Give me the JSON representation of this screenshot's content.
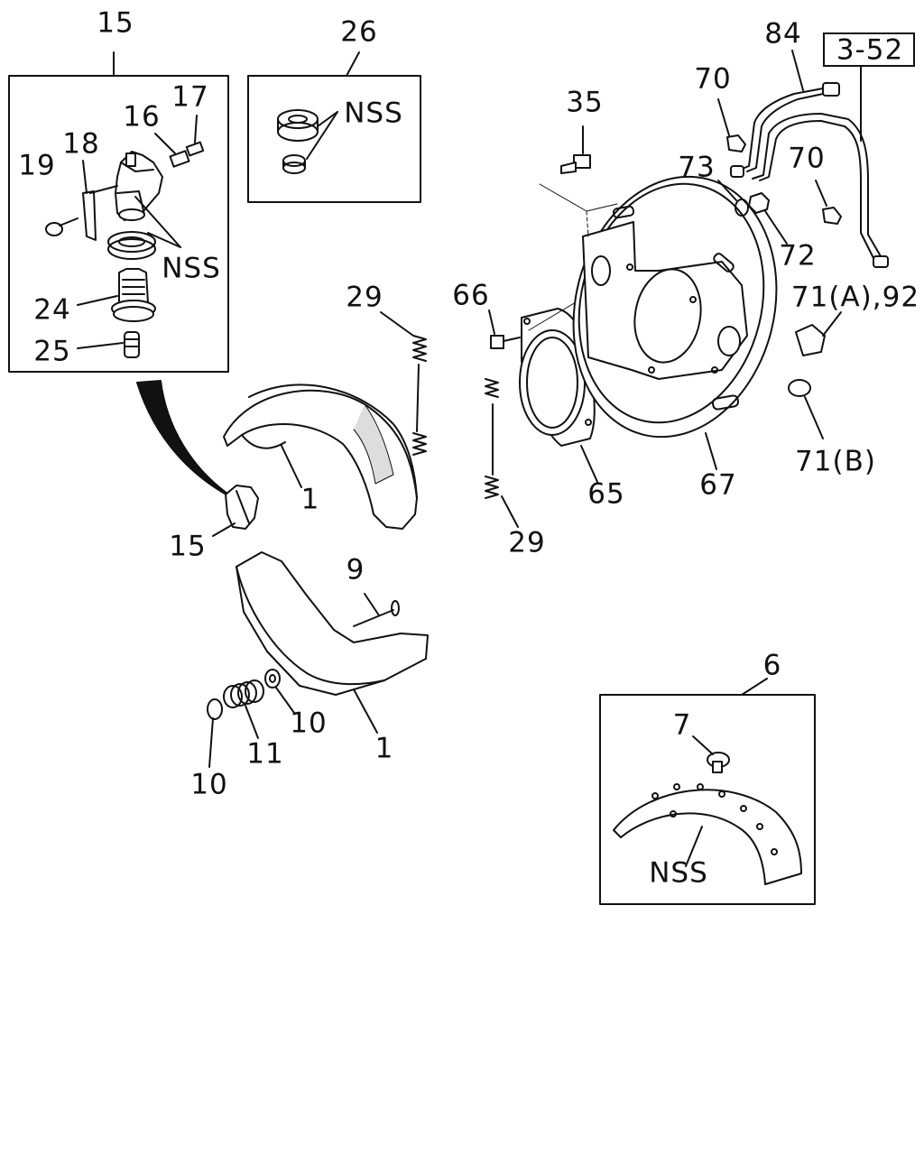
{
  "labels": {
    "kit_15": "15",
    "kit_26": "26",
    "kit_6": "6",
    "p17": "17",
    "p16": "16",
    "p18": "18",
    "p19": "19",
    "nss_15": "NSS",
    "p24": "24",
    "p25": "25",
    "nss_26": "NSS",
    "p35": "35",
    "p84": "84",
    "ref_3_52": "3-52",
    "p70_a": "70",
    "p73": "73",
    "p70_b": "70",
    "p72": "72",
    "p71a_92": "71(A),92",
    "p66": "66",
    "p29_top": "29",
    "p71b": "71(B)",
    "p1_top": "1",
    "p65": "65",
    "p67": "67",
    "p15_loose": "15",
    "p29_low": "29",
    "p9": "9",
    "p10_a": "10",
    "p11": "11",
    "p1_low": "1",
    "p10_b": "10",
    "p7": "7",
    "nss_6": "NSS"
  }
}
